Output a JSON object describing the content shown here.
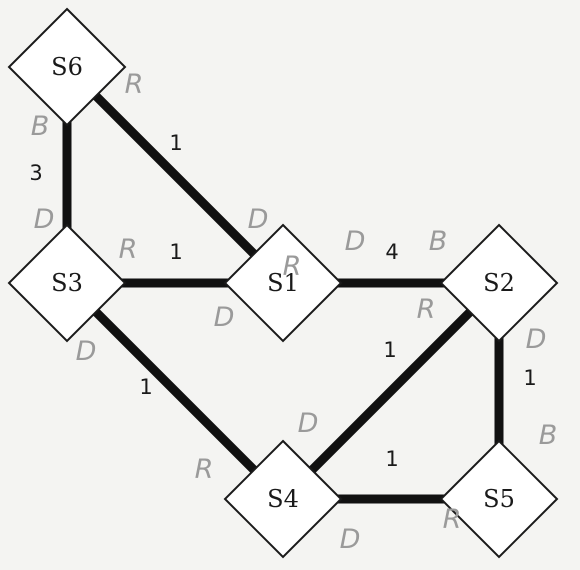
{
  "nodes": [
    {
      "id": "S6",
      "label": "S6"
    },
    {
      "id": "S3",
      "label": "S3"
    },
    {
      "id": "S1",
      "label": "S1"
    },
    {
      "id": "S2",
      "label": "S2"
    },
    {
      "id": "S4",
      "label": "S4"
    },
    {
      "id": "S5",
      "label": "S5"
    }
  ],
  "edges": [
    {
      "id": "S6-S3",
      "from": "S6",
      "to": "S3",
      "weight": "3"
    },
    {
      "id": "S6-S1",
      "from": "S6",
      "to": "S1",
      "weight": "1"
    },
    {
      "id": "S3-S1",
      "from": "S3",
      "to": "S1",
      "weight": "1"
    },
    {
      "id": "S1-S2",
      "from": "S1",
      "to": "S2",
      "weight": "4"
    },
    {
      "id": "S3-S4",
      "from": "S3",
      "to": "S4",
      "weight": "1"
    },
    {
      "id": "S2-S4",
      "from": "S2",
      "to": "S4",
      "weight": "1"
    },
    {
      "id": "S2-S5",
      "from": "S2",
      "to": "S5",
      "weight": "1"
    },
    {
      "id": "S4-S5",
      "from": "S4",
      "to": "S5",
      "weight": "1"
    }
  ],
  "port_annotations": [
    {
      "id": "s6-r",
      "text": "R"
    },
    {
      "id": "s6-b",
      "text": "B"
    },
    {
      "id": "s3-d-top",
      "text": "D"
    },
    {
      "id": "s3-r",
      "text": "R"
    },
    {
      "id": "s3-d-bottom",
      "text": "D"
    },
    {
      "id": "s1-d-top",
      "text": "D"
    },
    {
      "id": "s1-r",
      "text": "R"
    },
    {
      "id": "s1-d-left",
      "text": "D"
    },
    {
      "id": "s1-d-right",
      "text": "D"
    },
    {
      "id": "s2-b",
      "text": "B"
    },
    {
      "id": "s2-r",
      "text": "R"
    },
    {
      "id": "s2-d",
      "text": "D"
    },
    {
      "id": "s4-d-top",
      "text": "D"
    },
    {
      "id": "s4-r",
      "text": "R"
    },
    {
      "id": "s4-d-bottom",
      "text": "D"
    },
    {
      "id": "s5-b",
      "text": "B"
    },
    {
      "id": "s5-r",
      "text": "R"
    }
  ]
}
